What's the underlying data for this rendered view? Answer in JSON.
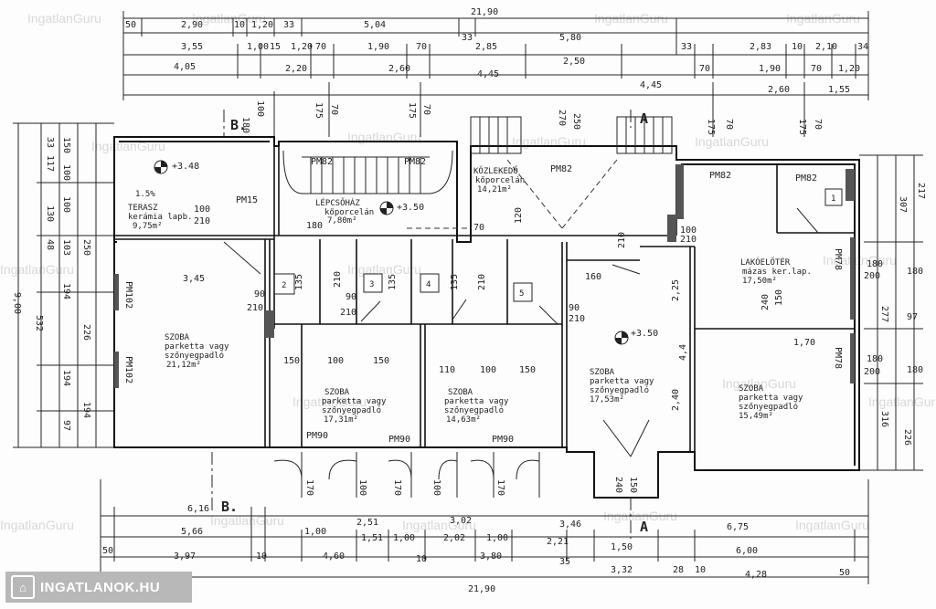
{
  "watermark": "IngatlanGuru",
  "brand": "INGATLANOK.HU",
  "totals": {
    "top": "21,90",
    "bottom": "21,90",
    "left": "9,00"
  },
  "top_dims": {
    "row1": [
      "50",
      "2,90",
      "10",
      "1,20",
      "33",
      "5,04",
      "33",
      "5,80"
    ],
    "row2": [
      "3,55",
      "1,00",
      "15",
      "1,20",
      "70",
      "1,90",
      "70",
      "2,85",
      "2,50",
      "33",
      "2,83",
      "10",
      "2,10",
      "34"
    ],
    "row3": [
      "4,05",
      "2,20",
      "2,60",
      "4,45",
      "70",
      "1,90",
      "70",
      "1,20"
    ],
    "row4": [
      "2,60",
      "1,55"
    ],
    "vert": [
      "180",
      "100",
      "175",
      "70",
      "175",
      "70",
      "250",
      "270",
      "175",
      "70",
      "175",
      "70"
    ]
  },
  "bottom_dims": {
    "row1": [
      "6,16",
      "2,51",
      "3,02",
      "3,46"
    ],
    "row2": [
      "5,66",
      "1,00",
      "1,51",
      "1,00",
      "2,02",
      "1,00",
      "2,21",
      "1,50",
      "6,75"
    ],
    "row3": [
      "50",
      "3,97",
      "10",
      "4,60",
      "10",
      "3,80",
      "35",
      "3,32",
      "28",
      "10",
      "4,28",
      "50"
    ],
    "row4": [
      "6,00"
    ],
    "vert": [
      "170",
      "100",
      "170",
      "100",
      "170",
      "240",
      "150"
    ]
  },
  "left_dims": [
    "33",
    "117",
    "150",
    "100",
    "130",
    "100",
    "48",
    "103",
    "250",
    "194",
    "532",
    "226",
    "194",
    "194",
    "97"
  ],
  "right_dims": [
    "217",
    "307",
    "180",
    "200",
    "180",
    "97",
    "277",
    "180",
    "200",
    "180",
    "316",
    "226"
  ],
  "section_marks": {
    "b_top": "B.",
    "b_bottom": "B.",
    "a_top": "A",
    "a_bottom": "A"
  },
  "levels": [
    "+3.48",
    "+3.50",
    "+3.50"
  ],
  "rooms": {
    "terasz": {
      "name": "TERASZ",
      "material": "kerámia lapb.",
      "area": "9,75m²",
      "slope": "1.5%"
    },
    "lepcsohaz": {
      "name": "LÉPCSŐHÁZ",
      "material": "kőporcelán",
      "area": "7,80m²"
    },
    "kozlekedo": {
      "name": "KÖZLEKEDŐ",
      "material": "kőporcelán",
      "area": "14,21m²"
    },
    "lakoeloter": {
      "name": "LAKÓELŐTÉR",
      "material": "mázas ker.lap.",
      "area": "17,50m²"
    },
    "szoba1": {
      "name": "SZOBA",
      "l1": "parketta vagy",
      "l2": "szőnyegpadló",
      "area": "21,12m²"
    },
    "szoba2": {
      "name": "SZOBA",
      "l1": "parketta vagy",
      "l2": "szőnyegpadló",
      "area": "17,31m²"
    },
    "szoba3": {
      "name": "SZOBA",
      "l1": "parketta vagy",
      "l2": "szőnyegpadló",
      "area": "14,63m²"
    },
    "szoba4": {
      "name": "SZOBA",
      "l1": "parketta vagy",
      "l2": "szőnyegpadló",
      "area": "17,53m²"
    },
    "szoba5": {
      "name": "SZOBA",
      "l1": "parketta vagy",
      "l2": "szőnyegpadló",
      "area": "15,49m²"
    }
  },
  "pm_labels": [
    "PM82",
    "PM82",
    "PM82",
    "PM82",
    "PM82",
    "PM15",
    "PM102",
    "PM102",
    "PM90",
    "PM90",
    "PM90",
    "PM78",
    "PM78"
  ],
  "closets": [
    "1",
    "2",
    "3",
    "4",
    "5"
  ],
  "door_dims": [
    "100",
    "210",
    "180",
    "70",
    "120",
    "210",
    "100",
    "210",
    "90",
    "210",
    "135",
    "210",
    "90",
    "210",
    "135",
    "135",
    "210",
    "160",
    "90",
    "210",
    "150",
    "240"
  ],
  "interior_dims": [
    "3,45",
    "150",
    "100",
    "150",
    "110",
    "100",
    "150",
    "1,70",
    "2,25",
    "4,4",
    "2,40"
  ]
}
